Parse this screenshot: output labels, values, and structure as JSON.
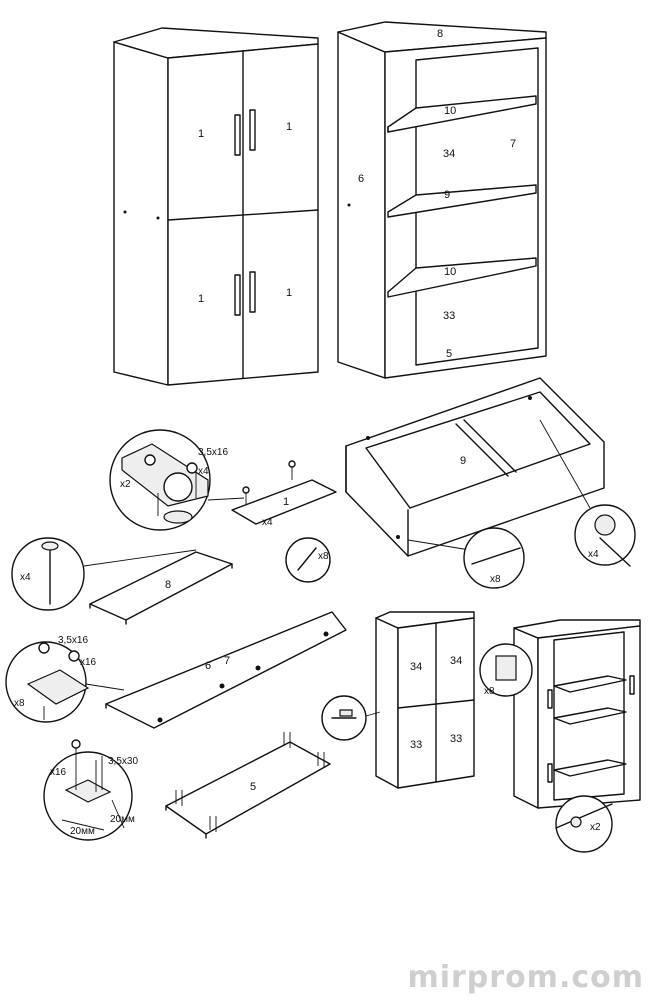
{
  "watermark": "mirprom.com",
  "cabinet_front": {
    "door_labels": [
      "1",
      "1",
      "1",
      "1"
    ]
  },
  "cabinet_open": {
    "top": "8",
    "side": "6",
    "right_side": "7",
    "shelf_top": "10",
    "shelf_mid": "9",
    "shelf_low": "10",
    "back_upper": "34",
    "back_lower": "33",
    "bottom": "5"
  },
  "step_doors": {
    "hinge_screw": "3,5x16",
    "qty_plate": "x2",
    "qty_screw": "x4",
    "door": "1",
    "qty_door": "x4"
  },
  "step_top": {
    "qty_dowel": "x4",
    "panel": "8"
  },
  "step_dowels": {
    "qty": "x8"
  },
  "step_sides": {
    "screw": "3,5x16",
    "qty_screw": "x16",
    "qty_plate": "x8",
    "panel_a": "6",
    "panel_b": "7"
  },
  "step_bottom": {
    "qty_screw": "x16",
    "screw": "3,5x30",
    "dim_a": "20мм",
    "dim_b": "20мм",
    "panel": "5"
  },
  "step_frame": {
    "shelf": "9",
    "qty_eccentric": "x4",
    "qty_screw": "x8"
  },
  "step_back": {
    "labels": [
      "34",
      "34",
      "33",
      "33"
    ]
  },
  "step_final": {
    "qty_hinge": "x8",
    "qty_knob": "x2"
  }
}
